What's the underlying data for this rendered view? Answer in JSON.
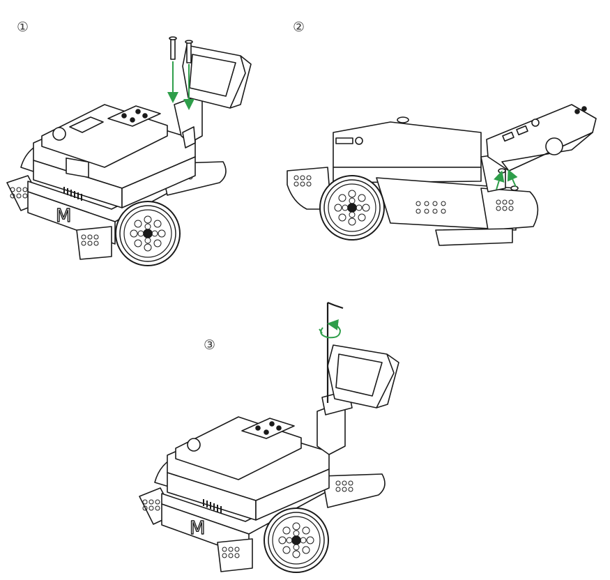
{
  "steps": [
    {
      "label": "①"
    },
    {
      "label": "②"
    },
    {
      "label": "③"
    }
  ],
  "colors": {
    "line": "#1a1a1a",
    "arrow": "#2e9e4a",
    "fill": "#ffffff",
    "shade": "#d9d9d9"
  },
  "icons": {
    "step1": "robot-assembly-screws-icon",
    "step2": "robot-side-view-icon",
    "step3": "robot-hex-key-icon"
  }
}
